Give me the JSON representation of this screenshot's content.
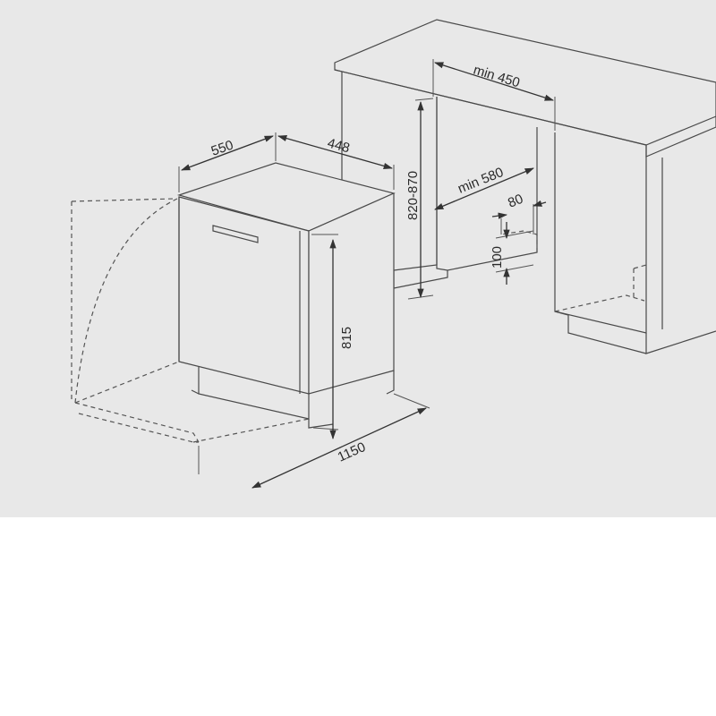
{
  "dimensions": {
    "depth": "550",
    "width": "448",
    "height": "815",
    "door_open_depth": "1150",
    "niche_height": "820-870",
    "niche_width": "min 450",
    "niche_depth": "min 580",
    "plinth_depth": "80",
    "plinth_height": "100"
  },
  "colors": {
    "panel_background": "#e8e8e8",
    "page_background": "#ffffff",
    "line": "#4a4a4a"
  }
}
